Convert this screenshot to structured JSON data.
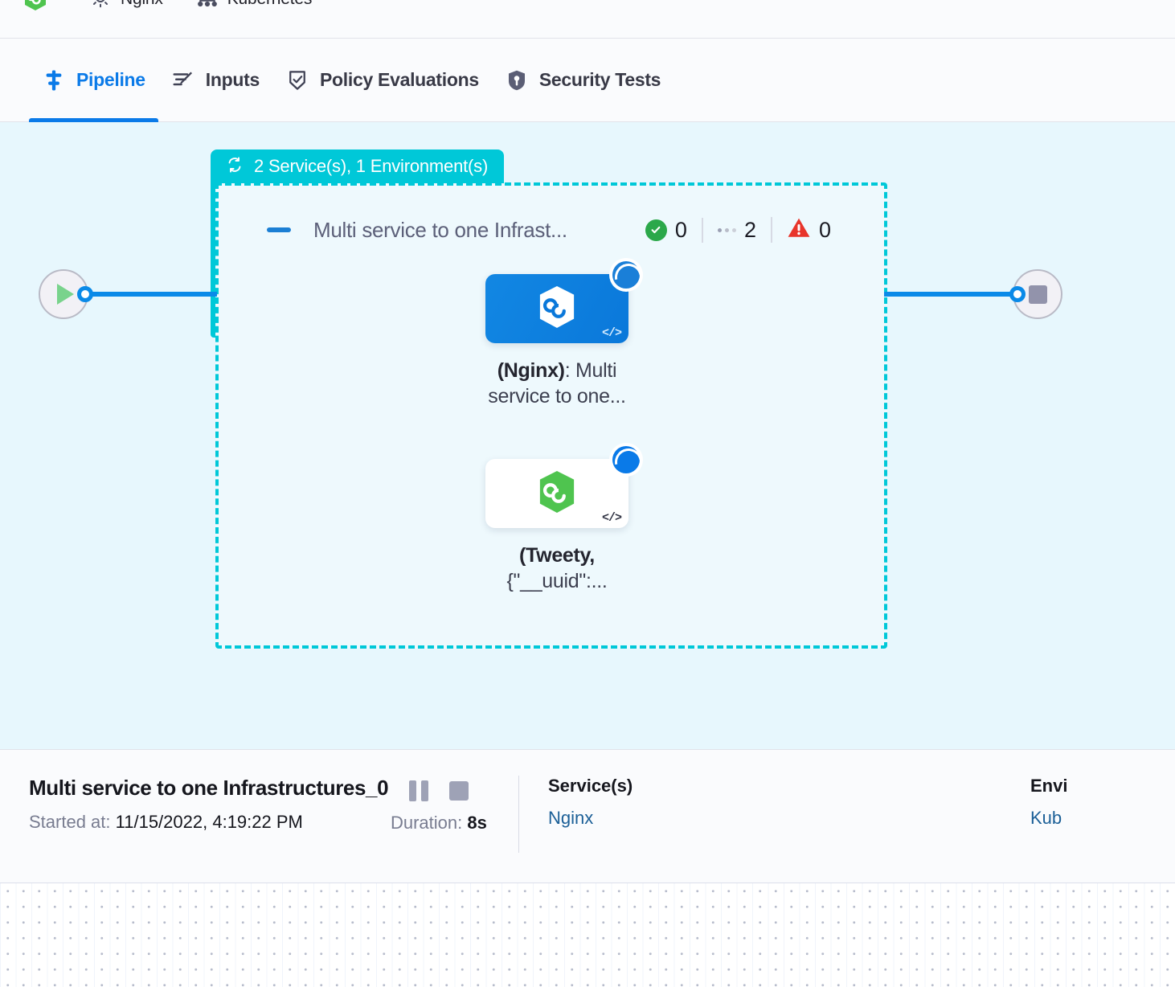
{
  "breadcrumb": {
    "items": [
      {
        "icon": "harness-hexagon-icon",
        "label": ""
      },
      {
        "icon": "gear-icon",
        "label": "Nginx"
      },
      {
        "icon": "kubernetes-icon",
        "label": "Kubernetes"
      }
    ]
  },
  "tabs": [
    {
      "id": "pipeline",
      "label": "Pipeline",
      "icon": "pipeline-icon",
      "active": true
    },
    {
      "id": "inputs",
      "label": "Inputs",
      "icon": "inputs-magic-wand-icon",
      "active": false
    },
    {
      "id": "policy-evaluations",
      "label": "Policy Evaluations",
      "icon": "policy-shield-check-icon",
      "active": false
    },
    {
      "id": "security-tests",
      "label": "Security Tests",
      "icon": "security-shield-icon",
      "active": false
    }
  ],
  "canvas": {
    "group": {
      "badge_label": "2 Service(s), 1 Environment(s)",
      "badge_icon": "loop-repeat-icon",
      "badge_color": "#00c8d8"
    },
    "stage": {
      "title": "Multi service to one Infrast...",
      "collapse_icon": "collapse-dash-icon",
      "counters": [
        {
          "icon": "success-check-icon",
          "value": "0",
          "color": "#2ba84a"
        },
        {
          "icon": "skipped-dots-icon",
          "value": "2",
          "color": "#9ba0b4"
        },
        {
          "icon": "error-warning-icon",
          "value": "0",
          "color": "#e8352b"
        }
      ]
    },
    "nodes": [
      {
        "id": "node-nginx",
        "icon": "harness-hexagon-icon",
        "icon_color": "#ffffff",
        "card_style": "blue",
        "status": "running",
        "status_icon": "spinner-icon",
        "code_badge": "</>",
        "label_bold": "(Nginx)",
        "label_rest": ": Multi service to one..."
      },
      {
        "id": "node-tweety",
        "icon": "harness-hexagon-icon",
        "icon_color": "#4fc44f",
        "card_style": "white",
        "status": "running",
        "status_icon": "spinner-icon",
        "code_badge": "</>",
        "label_bold": "(Tweety,",
        "label_rest": " {\"__uuid\":..."
      }
    ],
    "terminals": {
      "start_icon": "play-icon",
      "end_icon": "stop-icon"
    }
  },
  "detail": {
    "title": "Multi service to one Infrastructures_0",
    "started_label": "Started at:",
    "started_value": "11/15/2022, 4:19:22 PM",
    "controls": [
      {
        "icon": "pause-icon"
      },
      {
        "icon": "stop-icon"
      }
    ],
    "duration_label": "Duration:",
    "duration_value": "8s",
    "services": {
      "title": "Service(s)",
      "value": "Nginx"
    },
    "environments": {
      "title": "Envi",
      "value": "Kub"
    }
  }
}
